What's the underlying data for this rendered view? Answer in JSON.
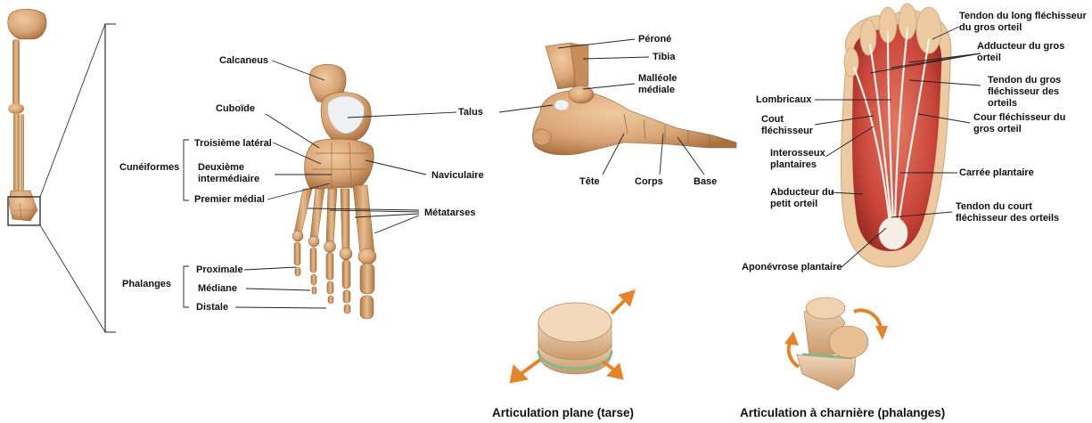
{
  "diagram": {
    "groups": {
      "cuneiformes": "Cunéiformes",
      "phalanges": "Phalanges"
    },
    "dorsal_labels": {
      "calcaneus": "Calcaneus",
      "cuboide": "Cuboïde",
      "troisieme_lateral": "Troisième latéral",
      "deuxieme_intermediaire": "Deuxième\nintermédiaire",
      "premier_medial": "Premier médial",
      "talus": "Talus",
      "naviculaire": "Naviculaire",
      "metatarses": "Métatarses",
      "proximale": "Proximale",
      "mediane": "Médiane",
      "distale": "Distale"
    },
    "lateral_labels": {
      "perone": "Péroné",
      "tibia": "Tibia",
      "malleole": "Malléole\nmédiale",
      "tete": "Tête",
      "corps": "Corps",
      "base": "Base"
    },
    "plantar_labels": {
      "tendon_long": "Tendon du long fléchisseur\ndu gros orteil",
      "adducteur": "Adducteur du gros\norteil",
      "tendon_gros": "Tendon du gros\nfléchisseur des\norteils",
      "lombricaux": "Lombricaux",
      "cout_flechisseur": "Cout\nfléchisseur",
      "cour_flechisseur": "Cour fléchisseur du\ngros orteil",
      "interosseux": "Interosseux\nplantaires",
      "carree": "Carrée plantaire",
      "abducteur_petit": "Abducteur du\npetit orteil",
      "tendon_court": "Tendon du court\nfléchisseur des orteils",
      "aponevrose": "Aponévrose plantaire"
    },
    "captions": {
      "plane": "Articulation plane (tarse)",
      "charniere": "Articulation à charnière (phalanges)"
    },
    "colors": {
      "bone": "#d9a577",
      "bone_dark": "#a8703f",
      "cartilage": "#eef0f2",
      "muscle": "#c9453a",
      "tendon": "#f3f1ec",
      "skin": "#ecc9a0",
      "arrow": "#e2862e",
      "line": "#222222"
    }
  }
}
